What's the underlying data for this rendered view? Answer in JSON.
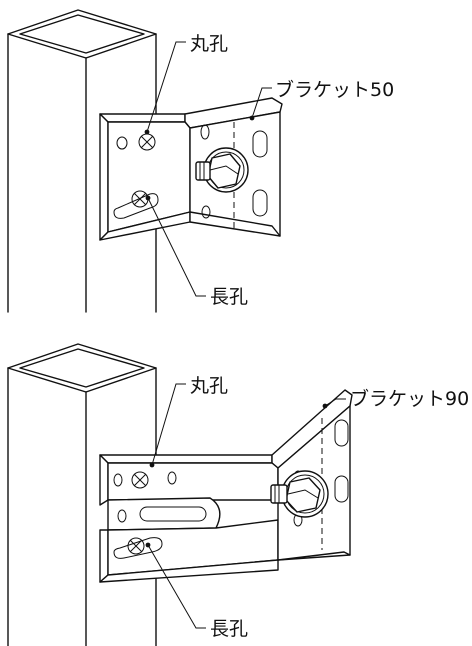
{
  "figures": [
    {
      "round_hole_label": "丸孔",
      "bracket_label": "ブラケット50",
      "slot_hole_label": "長孔"
    },
    {
      "round_hole_label": "丸孔",
      "bracket_label": "ブラケット90",
      "slot_hole_label": "長孔"
    }
  ]
}
